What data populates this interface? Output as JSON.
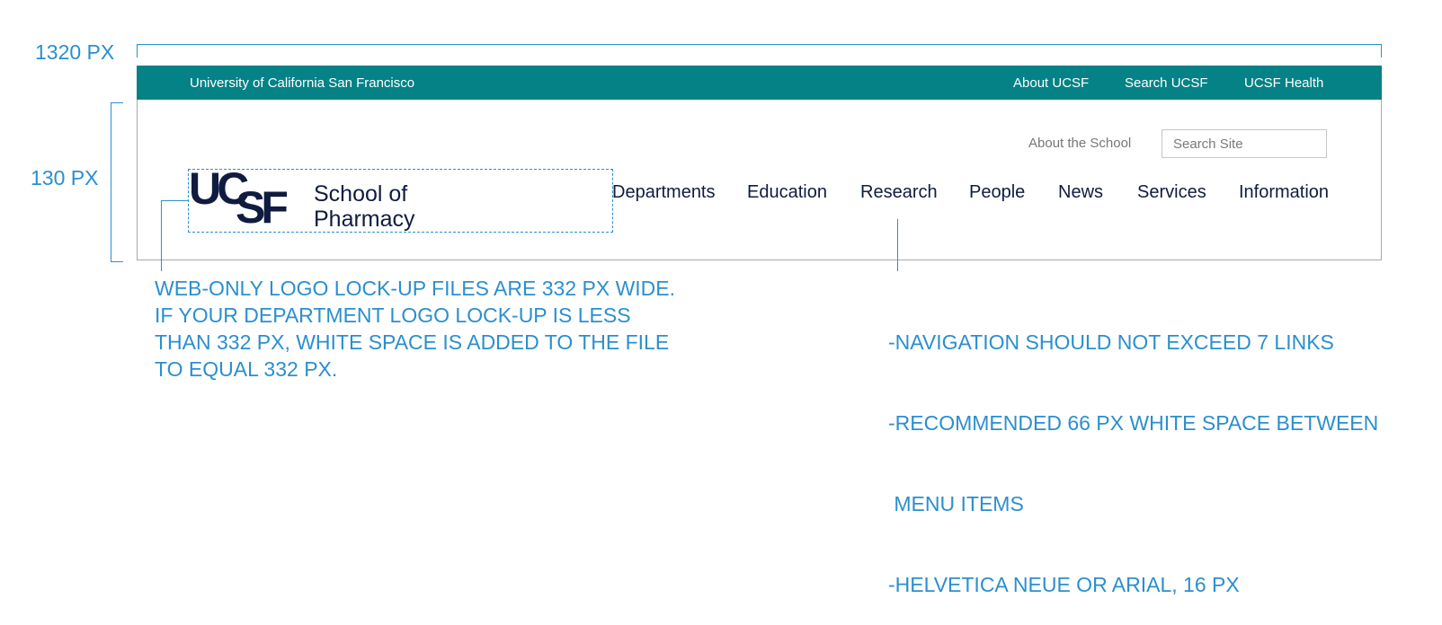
{
  "dimensions": {
    "width_label": "1320 PX",
    "height_label": "130 PX"
  },
  "topbar": {
    "title": "University of California San Francisco",
    "links": [
      "About UCSF",
      "Search UCSF",
      "UCSF Health"
    ]
  },
  "header": {
    "about_link": "About the School",
    "search_placeholder": "Search Site",
    "logo": {
      "wordmark": "UCSF",
      "school_line1": "School of",
      "school_line2": "Pharmacy"
    }
  },
  "nav": {
    "items": [
      "Departments",
      "Education",
      "Research",
      "People",
      "News",
      "Services",
      "Information"
    ]
  },
  "notes": {
    "logo_lines": [
      "WEB-ONLY LOGO LOCK-UP FILES ARE 332 PX WIDE.",
      "IF YOUR DEPARTMENT LOGO LOCK-UP IS LESS",
      "THAN 332 PX, WHITE SPACE IS ADDED TO THE FILE",
      "TO EQUAL 332 PX."
    ],
    "nav_lines": [
      "-NAVIGATION SHOULD NOT EXCEED 7 LINKS",
      "-RECOMMENDED 66 PX WHITE SPACE BETWEEN",
      " MENU ITEMS",
      "-HELVETICA NEUE OR ARIAL, 16 PX"
    ]
  },
  "colors": {
    "annotation": "#2b8fce",
    "topbar": "#058286",
    "navy": "#101c3f"
  }
}
